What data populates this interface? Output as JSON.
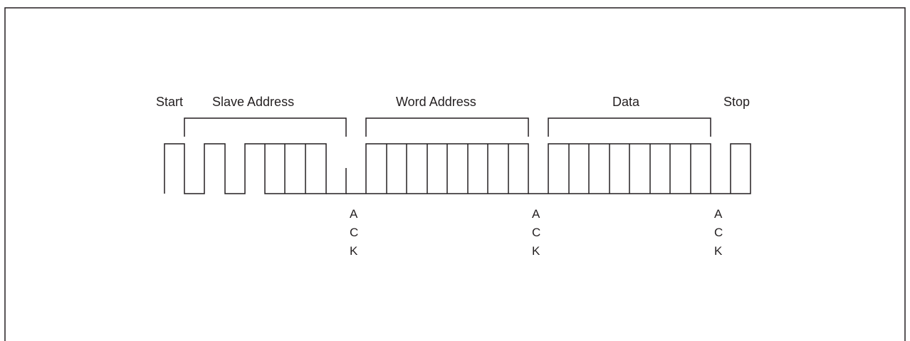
{
  "labels": {
    "start": "Start",
    "slave_address": "Slave Address",
    "word_address": "Word Address",
    "data": "Data",
    "stop": "Stop"
  },
  "ack": [
    "A",
    "C",
    "K"
  ],
  "colors": {
    "line": "#231f20",
    "background": "#ffffff"
  }
}
